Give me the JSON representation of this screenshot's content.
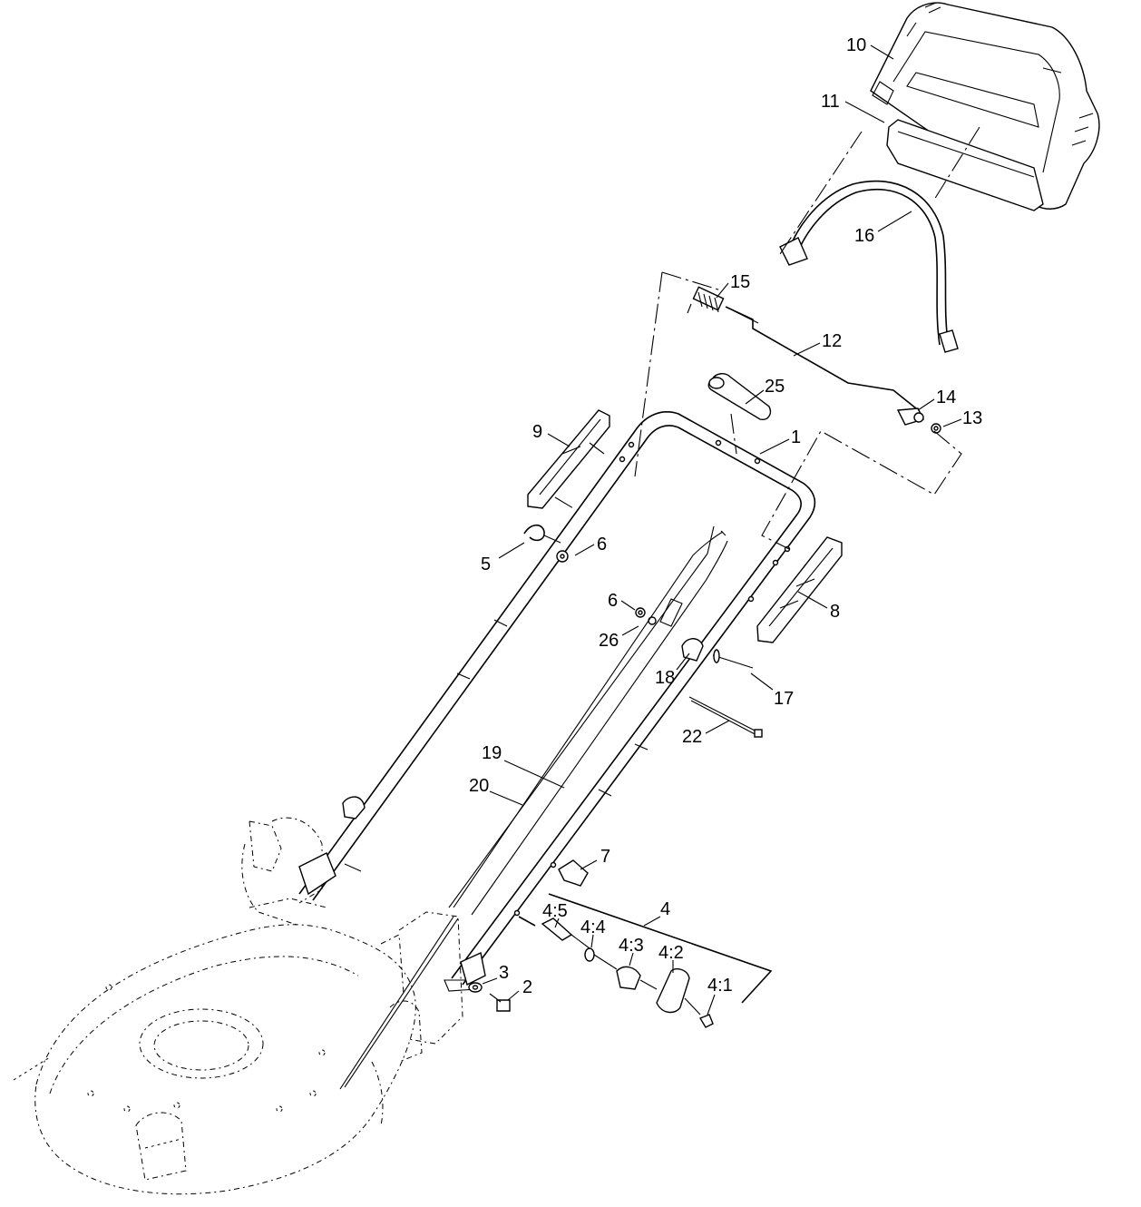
{
  "diagram": {
    "callouts": [
      {
        "id": "1",
        "text": "1"
      },
      {
        "id": "2",
        "text": "2"
      },
      {
        "id": "3",
        "text": "3"
      },
      {
        "id": "4",
        "text": "4"
      },
      {
        "id": "4_1",
        "text": "4:1"
      },
      {
        "id": "4_2",
        "text": "4:2"
      },
      {
        "id": "4_3",
        "text": "4:3"
      },
      {
        "id": "4_4",
        "text": "4:4"
      },
      {
        "id": "4_5",
        "text": "4:5"
      },
      {
        "id": "5",
        "text": "5"
      },
      {
        "id": "6a",
        "text": "6"
      },
      {
        "id": "6b",
        "text": "6"
      },
      {
        "id": "7",
        "text": "7"
      },
      {
        "id": "8",
        "text": "8"
      },
      {
        "id": "9",
        "text": "9"
      },
      {
        "id": "10",
        "text": "10"
      },
      {
        "id": "11",
        "text": "11"
      },
      {
        "id": "12",
        "text": "12"
      },
      {
        "id": "13",
        "text": "13"
      },
      {
        "id": "14",
        "text": "14"
      },
      {
        "id": "15",
        "text": "15"
      },
      {
        "id": "16",
        "text": "16"
      },
      {
        "id": "17",
        "text": "17"
      },
      {
        "id": "18",
        "text": "18"
      },
      {
        "id": "19",
        "text": "19"
      },
      {
        "id": "20",
        "text": "20"
      },
      {
        "id": "22",
        "text": "22"
      },
      {
        "id": "25",
        "text": "25"
      },
      {
        "id": "26",
        "text": "26"
      }
    ]
  }
}
